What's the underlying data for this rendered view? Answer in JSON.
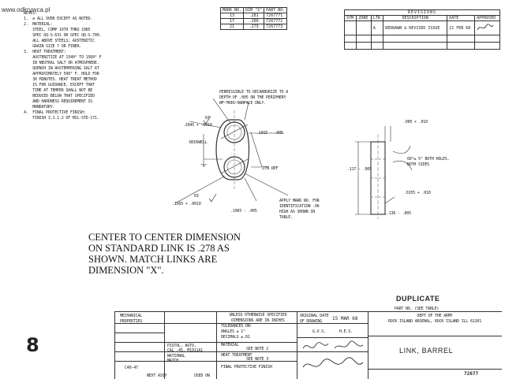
{
  "watermark": "www.odkrywca.pl",
  "notes": {
    "heading": "NOTES:",
    "items": [
      "1.  ∅ ALL OVER EXCEPT AS NOTED.",
      "2.  MATERIAL:",
      "    STEEL, COMP 1070 THRU 1085",
      "    SPEC QQ-S-631 OR SPEC QQ-S-700.",
      "    ALL ABOVE STEELS; AUSTENITIC",
      "    GRAIN SIZE 7 OR FINER.",
      "3.  HEAT TREATMENT:",
      "    AUSTENITIZE AT 1540° TO 1560° F",
      "    IN NEUTRAL SALT OR ATMOSPHERE.",
      "    QUENCH IN AUSTEMPERING SALT AT",
      "    APPROXIMATELY 590° F. HOLD FOR",
      "    30 MINUTES. HEAT TREAT METHOD",
      "    IS FOR GUIDANCE, EXCEPT THAT",
      "    TIME AT TEMPER SHALL NOT BE",
      "    REDUCED BELOW THAT SPECIFIED",
      "    AND HARDNESS REQUIREMENT IS",
      "    MANDATORY.",
      "4.  FINAL PROTECTIVE FINISH:",
      "    FINISH 3.1.1.2 OF MIL-STD-171."
    ]
  },
  "dim_table": {
    "headers": [
      "MARK NO.",
      "DIM \"X\"",
      "PART NO."
    ],
    "rows": [
      [
        "13",
        ".281",
        "7267771"
      ],
      [
        "17",
        ".280",
        "7267772"
      ],
      [
        "21",
        ".279",
        "7267773"
      ]
    ]
  },
  "revisions": {
    "title": "REVISIONS",
    "headers": [
      "SYM",
      "ZONE",
      "LTR",
      "DESCRIPTION",
      "DATE",
      "APPROVED"
    ],
    "row": [
      "",
      "",
      "A",
      "REDRAWN & REVISED ISSUE",
      "21 FEB 68",
      ""
    ]
  },
  "drawing_notes": {
    "decarb": [
      "PERMISSIBLE TO DECARBURIZE TO A",
      "DEPTH OF .005 ON THE PERIPHERY",
      "OF THIS SURFACE ONLY."
    ],
    "hole_dim": ".2045 + .0010",
    "rockwell": "ROCKWELL",
    "dim_1915": ".1915 - .005",
    "ref": ".278 REF",
    "x_label": "\"X\"",
    "dim_1565": ".1565 + .0010",
    "dim_1965": ".1965 - .005",
    "apply_mark": [
      "APPLY MARK NO. FOR",
      "IDENTIFICATION .06",
      "HIGH AS SHOWN IN",
      "TABLE."
    ],
    "dim_005": ".005 + .010",
    "chamfer": [
      "60°± 5° BOTH HOLES,",
      "BOTH SIDES"
    ],
    "dim_117": ".117 - .005",
    "dim_0155": ".0155 + .010",
    "dim_136": ".136 - .005",
    "finish_mark": "63"
  },
  "handnote": [
    "CENTER TO CENTER DIMENSION",
    "ON STANDARD LINK IS .278 AS",
    "SHOWN.  MATCH LINKS ARE",
    "DIMENSION \"X\"."
  ],
  "duplicate": "DUPLICATE",
  "part_no_label": "PART NO. (SEE TABLE)",
  "title_block": {
    "dept": [
      "DEPT OF THE ARMY",
      "ROCK ISLAND ARSENAL, ROCK ISLAND ILL 61201"
    ],
    "part_name": "LINK, BARREL",
    "original_date_label": "ORIGINAL DATE OF DRAWING",
    "original_date": "15 MAR 68",
    "tolerance_label": "UNLESS OTHERWISE SPECIFIED DIMENSIONS ARE IN INCHES",
    "tolerances": "TOLERANCES ON:",
    "angles": "ANGLES ± 1°",
    "decimals": "DECIMALS ±.01",
    "see_note_2": "SEE NOTE 2",
    "see_note_3": "SEE NOTE 3",
    "material_label": "MATERIAL",
    "heat_label": "HEAT TREATMENT",
    "final_label": "FINAL PROTECTIVE FINISH",
    "mech_label": [
      "MECHANICAL",
      "PROPERTIES"
    ],
    "pistol": "PISTOL, AUTO,",
    "cal": "CAL .45, M1911A1",
    "national": "NATIONAL",
    "match": "MATCH",
    "next_assy": "C40-47",
    "used_on": "USED ON",
    "next_label": "NEXT ASSY",
    "drawn": "G.V.S.",
    "checked": "H.E.S.",
    "partial_no": "72677"
  },
  "logo": "8"
}
